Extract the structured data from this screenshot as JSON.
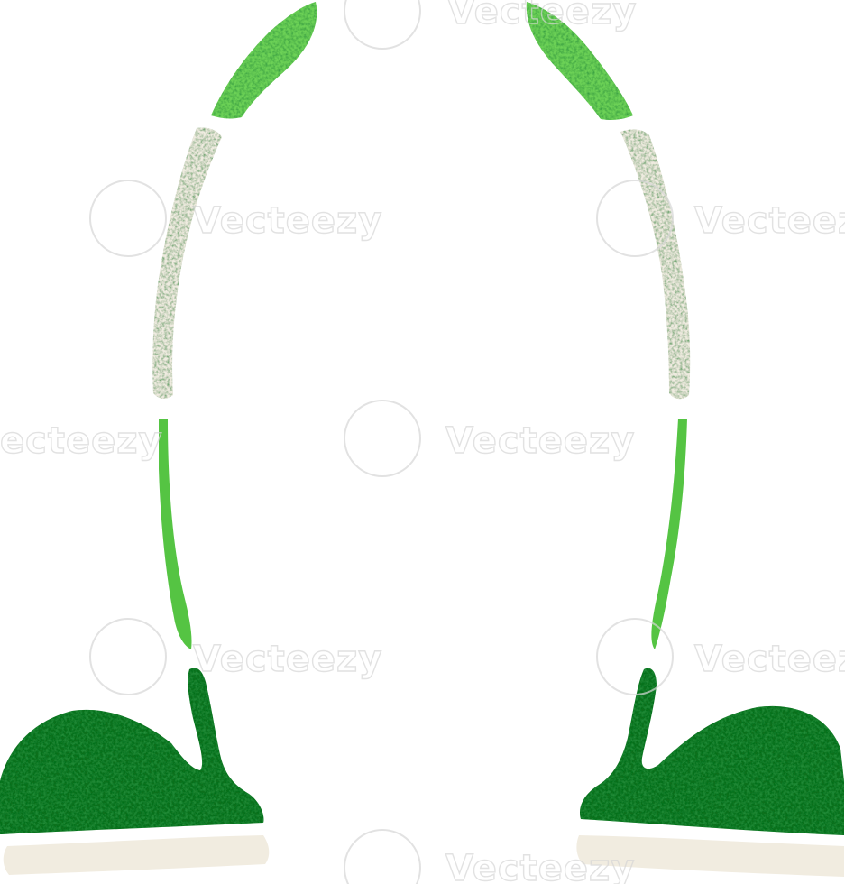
{
  "image": {
    "subject": "cartoon-legs-with-green-shoes",
    "style": "retro-textured-cartoon"
  },
  "colors": {
    "background": "#ffffff",
    "sock_light_green": "#6cd156",
    "sock_mid_green": "#55c443",
    "trouser_cream": "#efebe0",
    "shoe_dark_green": "#0d6f1c",
    "sole_cream": "#f1ece0"
  },
  "watermark": {
    "text": "Vecteezy",
    "partial_text": "ecteezy"
  }
}
